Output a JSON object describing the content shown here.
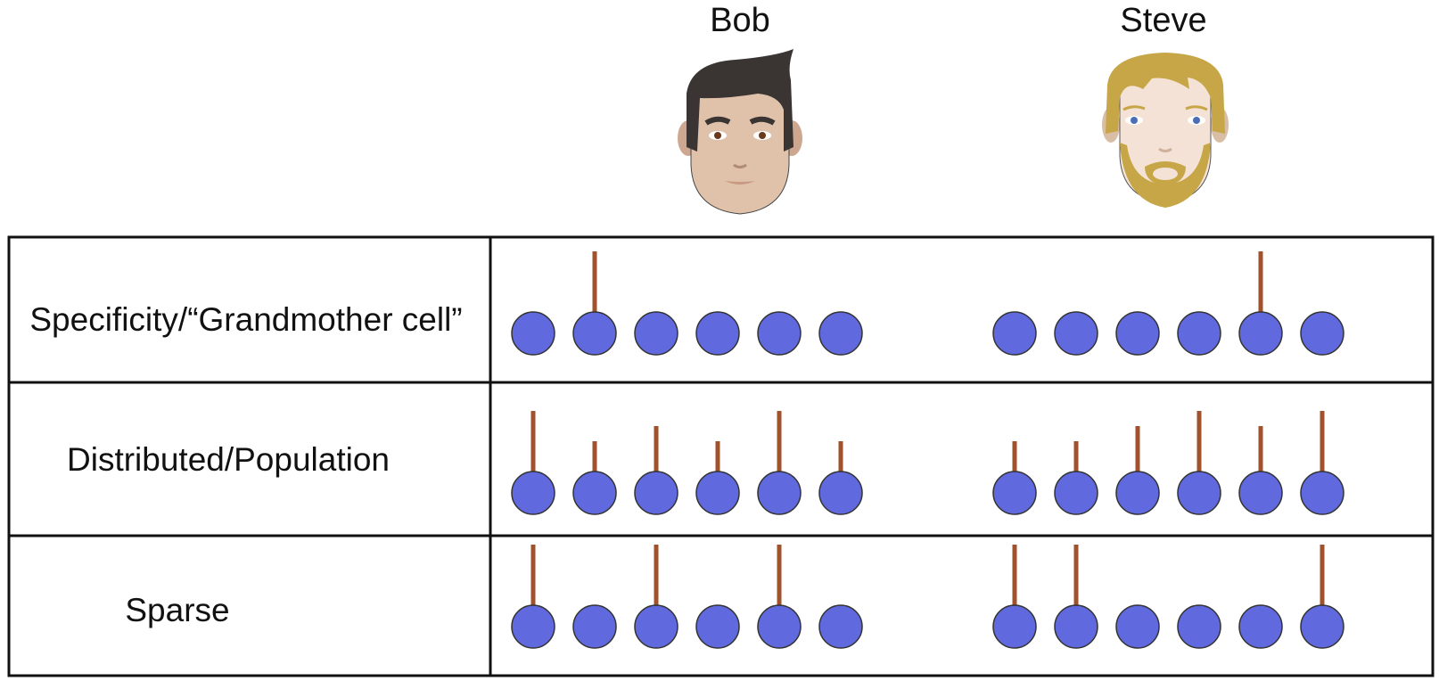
{
  "people": [
    {
      "name": "Bob",
      "icon": "dark-haired-man-face-icon"
    },
    {
      "name": "Steve",
      "icon": "blond-bearded-man-face-icon"
    }
  ],
  "rows": [
    {
      "label": "Specificity/“Grandmother cell”",
      "activity": [
        [
          0,
          1,
          0,
          0,
          0,
          0
        ],
        [
          0,
          0,
          0,
          0,
          1,
          0
        ]
      ]
    },
    {
      "label": "Distributed/Population",
      "activity": [
        [
          1,
          0.5,
          0.75,
          0.5,
          1,
          0.5
        ],
        [
          0.5,
          0.5,
          0.75,
          1,
          0.75,
          1
        ]
      ]
    },
    {
      "label": "Sparse",
      "activity": [
        [
          1,
          0,
          1,
          0,
          1,
          0
        ],
        [
          1,
          1,
          0,
          0,
          0,
          1
        ]
      ]
    }
  ],
  "colors": {
    "neuron": "#6069dd",
    "spike": "#a0522d",
    "grid": "#111111"
  }
}
